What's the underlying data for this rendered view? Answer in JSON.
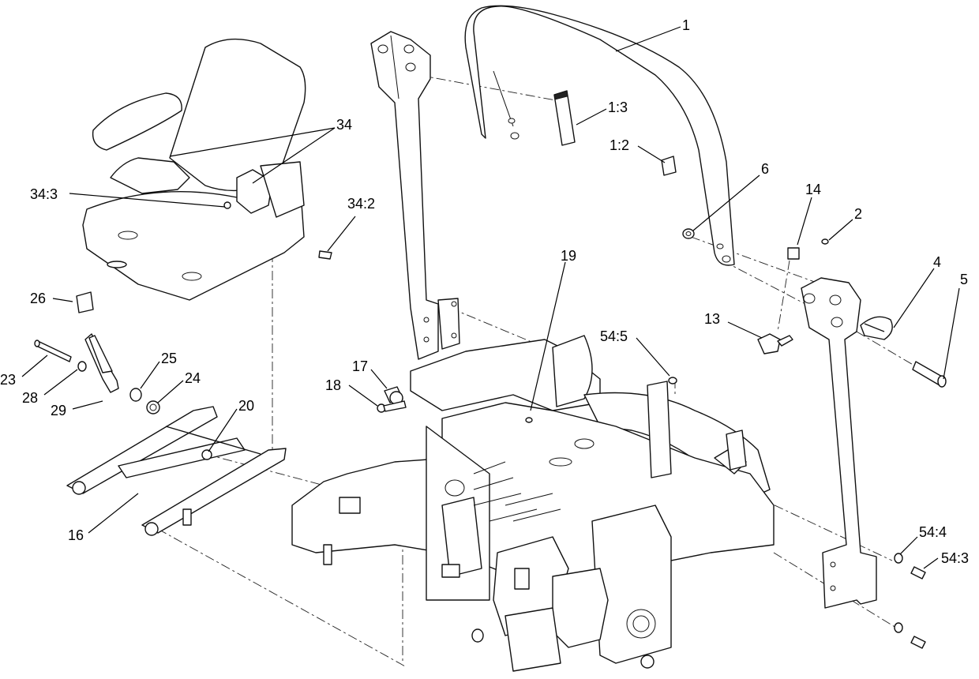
{
  "callouts": [
    {
      "id": "c1",
      "text": "1"
    },
    {
      "id": "c1_3",
      "text": "1:3"
    },
    {
      "id": "c1_2",
      "text": "1:2"
    },
    {
      "id": "c6",
      "text": "6"
    },
    {
      "id": "c14",
      "text": "14"
    },
    {
      "id": "c2",
      "text": "2"
    },
    {
      "id": "c4",
      "text": "4"
    },
    {
      "id": "c5",
      "text": "5"
    },
    {
      "id": "c13",
      "text": "13"
    },
    {
      "id": "c54_5",
      "text": "54:5"
    },
    {
      "id": "c19",
      "text": "19"
    },
    {
      "id": "c17",
      "text": "17"
    },
    {
      "id": "c18",
      "text": "18"
    },
    {
      "id": "c34",
      "text": "34"
    },
    {
      "id": "c34_3",
      "text": "34:3"
    },
    {
      "id": "c34_2",
      "text": "34:2"
    },
    {
      "id": "c26",
      "text": "26"
    },
    {
      "id": "c25",
      "text": "25"
    },
    {
      "id": "c24",
      "text": "24"
    },
    {
      "id": "c23",
      "text": "23"
    },
    {
      "id": "c28",
      "text": "28"
    },
    {
      "id": "c29",
      "text": "29"
    },
    {
      "id": "c20",
      "text": "20"
    },
    {
      "id": "c16",
      "text": "16"
    },
    {
      "id": "c54_4",
      "text": "54:4"
    },
    {
      "id": "c54_3",
      "text": "54:3"
    }
  ]
}
